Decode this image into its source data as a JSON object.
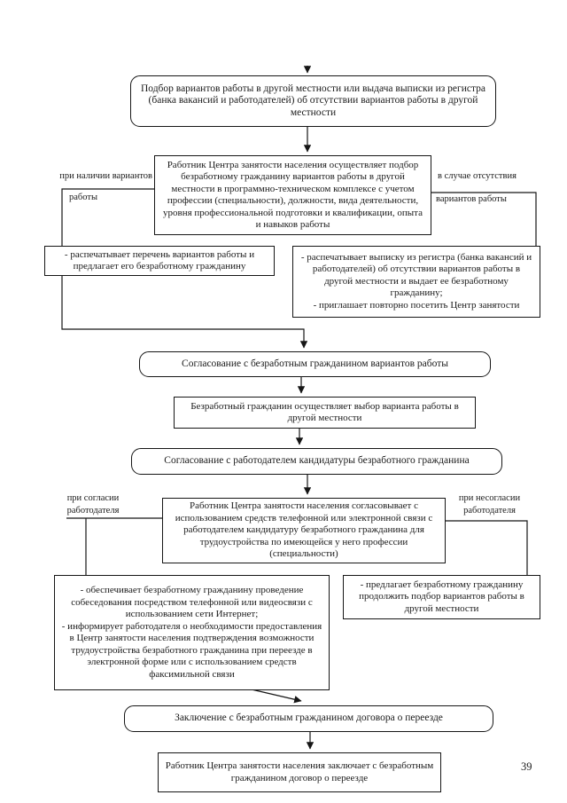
{
  "page": {
    "number": "39",
    "colors": {
      "ink": "#1a1a1a",
      "background": "#ffffff"
    }
  },
  "flowchart": {
    "boxes": {
      "start": {
        "text": "Подбор вариантов работы в другой местности или выдача выписки из регистра (банка вакансий и работодателей) об отсутствии вариантов работы в другой местности"
      },
      "worker_selection": {
        "text": "Работник Центра занятости населения осуществляет подбор безработному гражданину вариантов работы в другой местности в программно-техническом комплексе с учетом профессии (специальности), должности, вида деятельности, уровня профессиональной подготовки и квалификации, опыта и навыков работы"
      },
      "print_list": {
        "text": "- распечатывает перечень вариантов работы и предлагает его безработному гражданину"
      },
      "print_extract": {
        "text": "- распечатывает выписку из регистра (банка вакансий и работодателей) об отсутствии вариантов работы в другой местности и выдает ее безработному гражданину;\n- приглашает повторно посетить Центр занятости"
      },
      "agree_citizen": {
        "text": "Согласование с безработным гражданином вариантов работы"
      },
      "citizen_choice": {
        "text": "Безработный гражданин осуществляет выбор варианта работы в другой местности"
      },
      "agree_employer": {
        "text": "Согласование с работодателем кандидатуры безработного гражданина"
      },
      "worker_coordination": {
        "text": "Работник Центра занятости населения согласовывает с использованием средств телефонной или электронной связи с работодателем кандидатуру безработного гражданина для трудоустройства по имеющейся у него профессии (специальности)"
      },
      "employer_agrees_actions": {
        "text": "- обеспечивает безработному гражданину проведение собеседования посредством телефонной или видеосвязи с использованием сети Интернет;\n- информирует работодателя о необходимости предоставления в Центр занятости населения подтверждения возможности трудоустройства безработного гражданина при переезде в электронной форме или с использованием средств факсимильной связи"
      },
      "employer_disagrees_action": {
        "text": "- предлагает безработному гражданину продолжить подбор вариантов работы в другой местности"
      },
      "contract": {
        "text": "Заключение с безработным гражданином договора о переезде"
      },
      "worker_contract": {
        "text": "Работник Центра занятости населения заключает с безработным гражданином договор о переезде"
      }
    },
    "labels": {
      "variants_available": {
        "line1": "при наличии вариантов",
        "line2": "работы"
      },
      "no_variants": {
        "line1": "в случае отсутствия",
        "line2": "вариантов работы"
      },
      "employer_agrees": {
        "line1": "при согласии",
        "line2": "работодателя"
      },
      "employer_disagrees": {
        "line1": "при несогласии",
        "line2": "работодателя"
      }
    }
  }
}
